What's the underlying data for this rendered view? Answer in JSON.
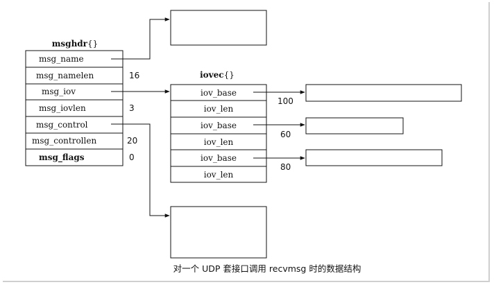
{
  "msghdr": {
    "title_name": "msghdr",
    "title_suffix": "{}",
    "fields": [
      {
        "label": "msg_name",
        "value": ""
      },
      {
        "label": "msg_namelen",
        "value": "16"
      },
      {
        "label": "msg_iov",
        "value": ""
      },
      {
        "label": "msg_iovlen",
        "value": "3"
      },
      {
        "label": "msg_control",
        "value": ""
      },
      {
        "label": "msg_controllen",
        "value": "20"
      },
      {
        "label": "msg_flags",
        "value": "0"
      }
    ]
  },
  "iovec": {
    "title_name": "iovec",
    "title_suffix": "{}",
    "fields": [
      {
        "label": "iov_base"
      },
      {
        "label": "iov_len"
      },
      {
        "label": "iov_base"
      },
      {
        "label": "iov_len"
      },
      {
        "label": "iov_base"
      },
      {
        "label": "iov_len"
      }
    ]
  },
  "buffers": [
    {
      "size": "100"
    },
    {
      "size": "60"
    },
    {
      "size": "80"
    }
  ],
  "caption": "对一个 UDP 套接口调用 recvmsg 时的数据结构"
}
